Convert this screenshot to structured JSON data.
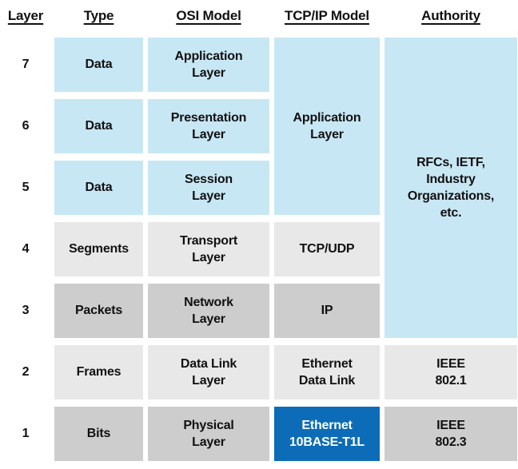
{
  "colors": {
    "light_blue": "#c8e7f5",
    "light_gray": "#e8e8e8",
    "dark_gray": "#cdcdcd",
    "accent_blue": "#0c6cb7",
    "accent_text": "#ffffff",
    "text": "#111111"
  },
  "columns": [
    "Layer",
    "Type",
    "OSI Model",
    "TCP/IP Model",
    "Authority"
  ],
  "rows": [
    {
      "layer": "7",
      "type": "Data",
      "osi": "Application\nLayer"
    },
    {
      "layer": "6",
      "type": "Data",
      "osi": "Presentation\nLayer"
    },
    {
      "layer": "5",
      "type": "Data",
      "osi": "Session\nLayer"
    },
    {
      "layer": "4",
      "type": "Segments",
      "osi": "Transport\nLayer",
      "tcpip": "TCP/UDP"
    },
    {
      "layer": "3",
      "type": "Packets",
      "osi": "Network\nLayer",
      "tcpip": "IP"
    },
    {
      "layer": "2",
      "type": "Frames",
      "osi": "Data Link\nLayer",
      "tcpip": "Ethernet\nData Link",
      "authority": "IEEE\n802.1"
    },
    {
      "layer": "1",
      "type": "Bits",
      "osi": "Physical\nLayer",
      "tcpip": "Ethernet\n10BASE-T1L",
      "authority": "IEEE\n802.3"
    }
  ],
  "merged_cells": {
    "tcpip_application": "Application\nLayer",
    "authority_rfcs": "RFCs, IETF,\nIndustry\nOrganizations,\netc."
  }
}
